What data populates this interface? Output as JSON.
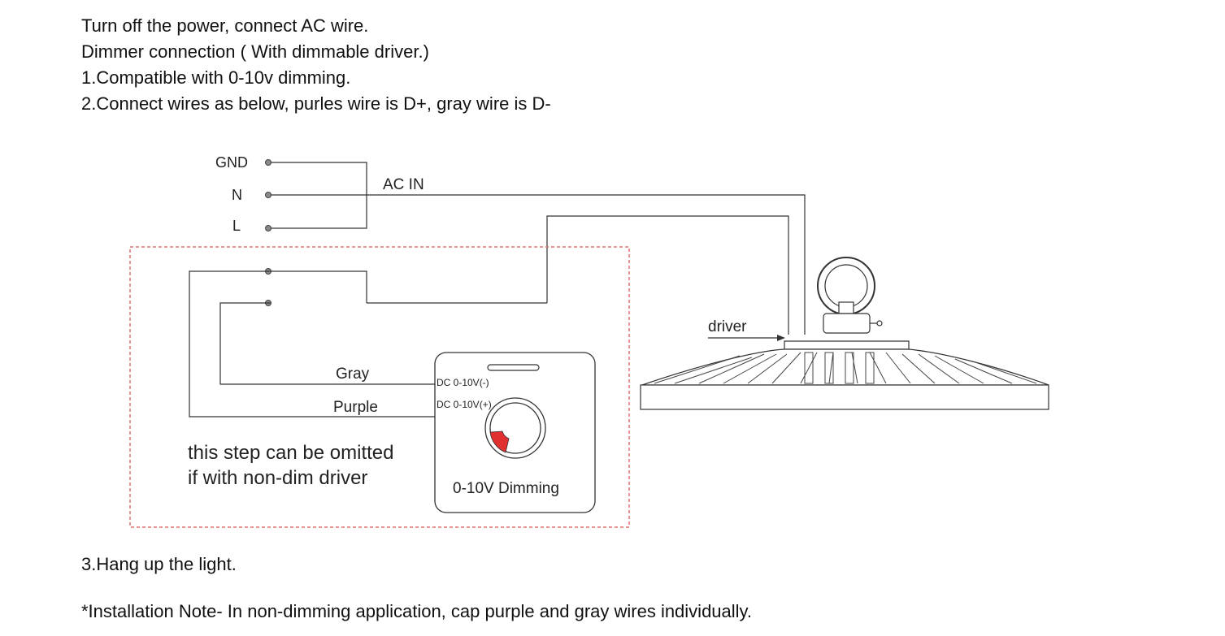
{
  "intro_lines": [
    "Turn off the power, connect AC wire.",
    "Dimmer connection ( With dimmable driver.)",
    "1.Compatible with 0-10v dimming.",
    "2.Connect wires as below, purles wire is D+, gray wire is D-"
  ],
  "diagram": {
    "terminals": {
      "gnd": "GND",
      "n": "N",
      "l": "L"
    },
    "ac_in": "AC IN",
    "wire_gray": "Gray",
    "wire_purple": "Purple",
    "dimmer": {
      "terminal_minus": "DC 0-10V(-)",
      "terminal_plus": "DC 0-10V(+)",
      "title": "0-10V Dimming"
    },
    "optional_note_line1": "this step can be omitted",
    "optional_note_line2": "if with non-dim driver",
    "driver_label": "driver",
    "colors": {
      "line": "#333333",
      "dashed_box": "#e07070",
      "knob_indicator": "#e03030"
    },
    "icons": [
      "terminal-dot-icon",
      "dimmer-knob-icon",
      "high-bay-light-icon",
      "arrow-right-icon"
    ]
  },
  "step3": "3.Hang up the light.",
  "installation_note": "*Installation Note- In non-dimming application, cap purple and gray wires individually."
}
